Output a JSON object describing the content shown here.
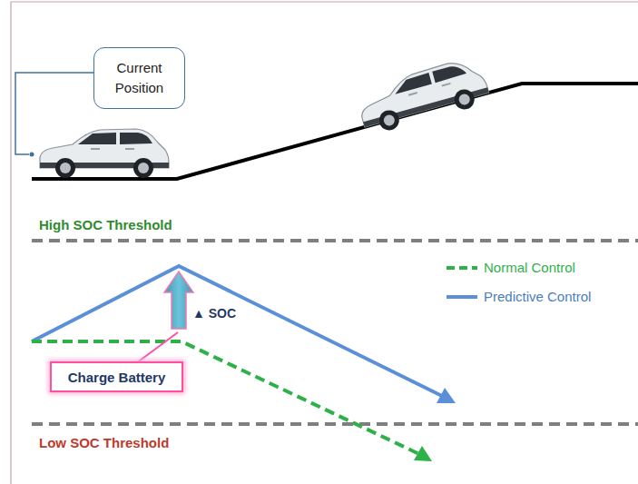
{
  "diagram": {
    "nodes": [
      {
        "text": [
          "Current Position"
        ]
      },
      {
        "text": [
          "Charge Battery"
        ]
      }
    ],
    "labels": [
      "High SOC Threshold",
      "▲ SOC",
      "Low SOC Threshold"
    ],
    "legend": [
      {
        "text": "Normal Control"
      },
      {
        "text": "Predictive Control"
      }
    ]
  }
}
